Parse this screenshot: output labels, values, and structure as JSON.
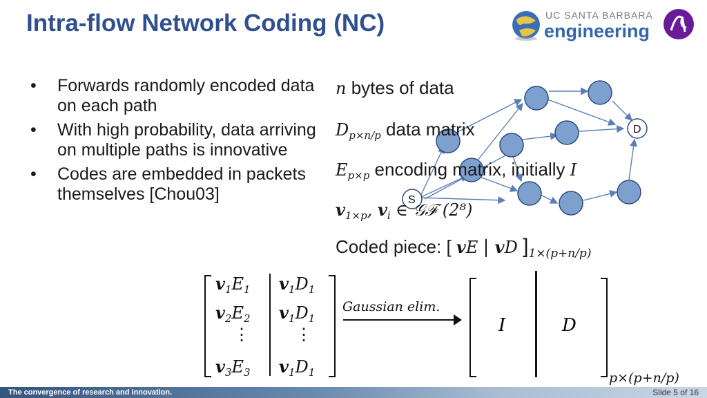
{
  "title": "Intra-flow Network Coding (NC)",
  "logos": {
    "ucsb_top": "UC SANTA BARBARA",
    "ucsb_bottom": "engineering",
    "globe_icon": "globe-logo-icon",
    "alcatel_icon": "alcatel-lucent-logo-icon"
  },
  "bullets": [
    "Forwards randomly encoded data on each path",
    "With high probability, data arriving on multiple paths is innovative",
    "Codes are embedded in packets themselves [Chou03]"
  ],
  "definitions": {
    "n_text": "bytes of data",
    "d_text": "data matrix",
    "e_text_1": "encoding matrix, initially",
    "e_init": "I",
    "v_text": "∈ 𝒢ℱ (2⁸)",
    "coded_piece_label": "Coded piece: ["
  },
  "graph": {
    "source_label": "S",
    "dest_label": "D",
    "node_color": "#7da0cf",
    "edge_color": "#5a7fb5"
  },
  "matrix": {
    "gaussian_label": "Gaussian   elim.",
    "result_left": "I",
    "result_right": "D",
    "size_label": "p×(p+n/p)"
  },
  "footer": {
    "tagline": "The convergence of research and innovation.",
    "slide": "Slide 5 of 16"
  },
  "colors": {
    "title": "#2f4f8f",
    "accent": "#3366aa"
  }
}
